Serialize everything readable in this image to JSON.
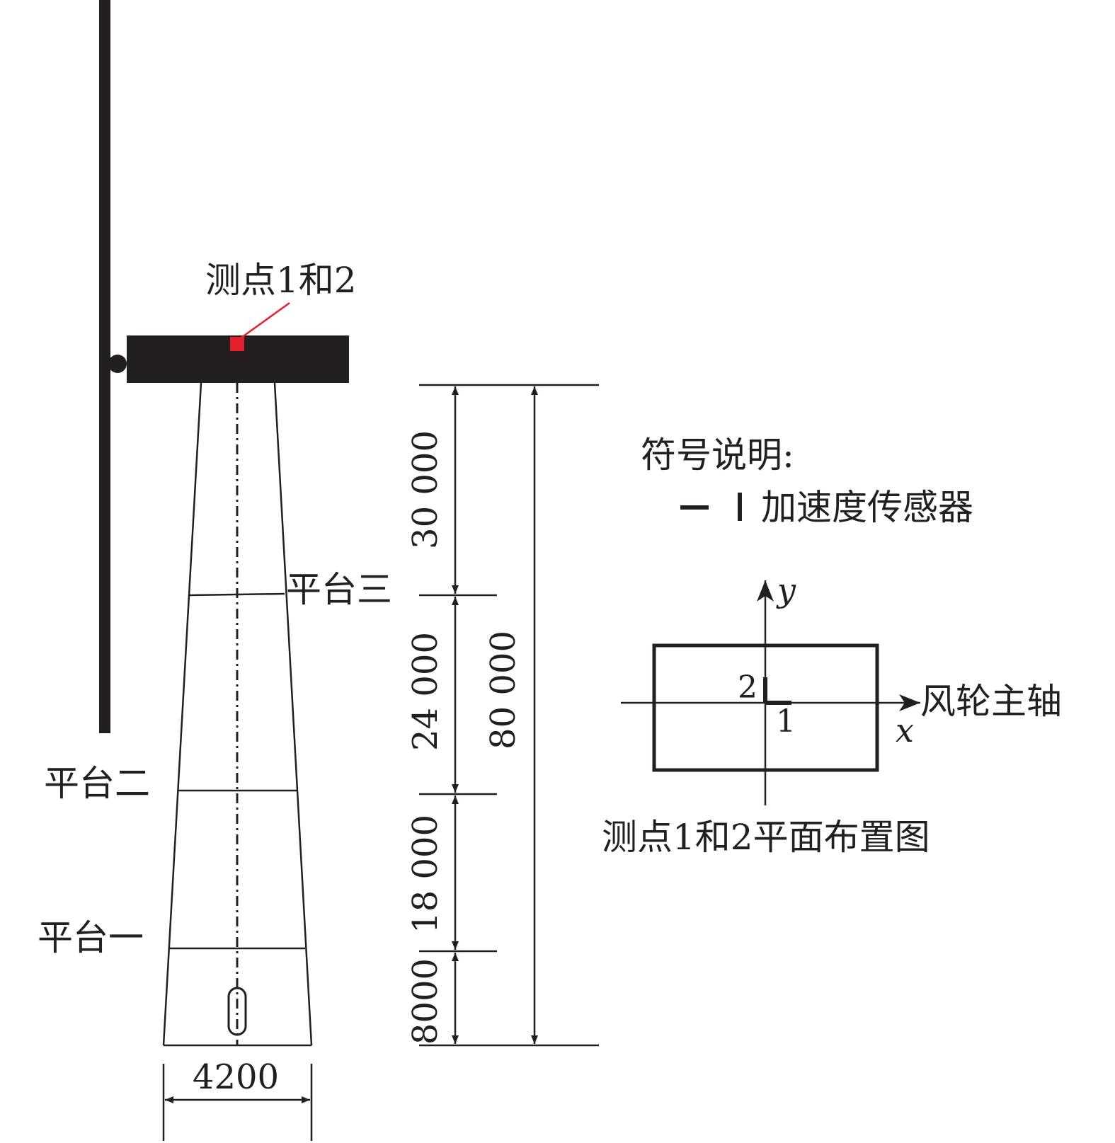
{
  "labels": {
    "measure_point": "测点1和2",
    "platform_3": "平台三",
    "platform_2": "平台二",
    "platform_1": "平台一",
    "legend_title": "符号说明:",
    "legend_sensor": "加速度传感器",
    "axis_y": "y",
    "axis_x": "x",
    "rotor_axis": "风轮主轴",
    "sensor_1": "1",
    "sensor_2": "2",
    "plan_caption": "测点1和2平面布置图"
  },
  "dimensions": {
    "base_width": "4200",
    "seg_top": "30 000",
    "seg_upper_mid": "24 000",
    "seg_lower_mid": "18 000",
    "seg_bottom": "8000",
    "total_height": "80 000"
  },
  "colors": {
    "ink": "#231f20",
    "sensor_marker": "#e5212d"
  }
}
